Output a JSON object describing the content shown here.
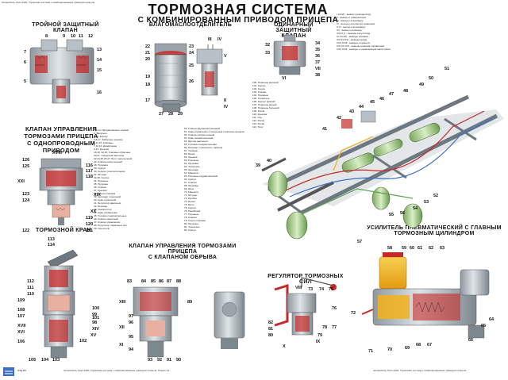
{
  "header": {
    "top_note": "Автомобиль Урал-4320. Тормозная система с комбинированным приводом прицепа",
    "title": "ТОРМОЗНАЯ СИСТЕМА",
    "subtitle": "С КОМБИНИРОВАННЫМ ПРИВОДОМ ПРИЦЕПА"
  },
  "sections": {
    "triple_valve": "ТРОЙНОЙ ЗАЩИТНЫЙ КЛАПАН",
    "moisture_sep": "ВЛАГОМАСЛООТДЕЛИТЕЛЬ",
    "single_valve": [
      "ОДИНАРНЫЙ ЗАЩИТНЫЙ",
      "КЛАПАН"
    ],
    "trailer_control": [
      "КЛАПАН УПРАВЛЕНИЯ",
      "ТОРМОЗАМИ ПРИЦЕПА",
      "С ОДНОПРОВОДНЫМ ПРИВОДОМ"
    ],
    "brake_valve": "ТОРМОЗНОЙ КРАН",
    "trailer_control_break": [
      "КЛАПАН УПРАВЛЕНИЯ ТОРМОЗАМИ ПРИЦЕПА",
      "С КЛАПАНОМ ОБРЫВА"
    ],
    "force_regulator": "РЕГУЛЯТОР ТОРМОЗНЫХ СИЛ",
    "booster": [
      "УСИЛИТЕЛЬ ПНЕВМАТИЧЕСКИЙ С ГЛАВНЫМ",
      "ТОРМОЗНЫМ ЦИЛИНДРОМ"
    ]
  },
  "labels": {
    "triple": [
      "8",
      "9",
      "10",
      "11",
      "12",
      "7",
      "6",
      "5",
      "13",
      "14",
      "15",
      "16"
    ],
    "moisture": [
      "22",
      "21",
      "20",
      "19",
      "18",
      "17",
      "23",
      "24",
      "25",
      "26",
      "27",
      "28",
      "29"
    ],
    "moisture_roman": [
      "III",
      "IV",
      "V",
      "II",
      "IV"
    ],
    "single": [
      "32",
      "33",
      "34",
      "35",
      "36",
      "37",
      "38"
    ],
    "single_roman": [
      "VII",
      "VI"
    ],
    "chassis": [
      "39",
      "40",
      "41",
      "42",
      "43",
      "44",
      "45",
      "46",
      "47",
      "48",
      "49",
      "50",
      "51",
      "52",
      "53",
      "54",
      "55",
      "56",
      "57"
    ],
    "trailer": [
      "126",
      "125",
      "116",
      "117",
      "118",
      "119",
      "120",
      "121",
      "122",
      "123",
      "124"
    ],
    "trailer_roman": [
      "XVIII",
      "XIX",
      "XX",
      "XXI"
    ],
    "brake": [
      "113",
      "114",
      "112",
      "111",
      "110",
      "109",
      "108",
      "107",
      "106",
      "105",
      "104",
      "103",
      "102",
      "101",
      "100",
      "99",
      "98"
    ],
    "brake_roman": [
      "XVII",
      "XVI",
      "XV",
      "XIV"
    ],
    "break_valve": [
      "83",
      "84",
      "85",
      "86",
      "87",
      "88",
      "89",
      "90",
      "91",
      "92",
      "93",
      "94",
      "95",
      "96",
      "97"
    ],
    "break_roman": [
      "XIII",
      "XII",
      "XI"
    ],
    "regulator": [
      "73",
      "74",
      "75",
      "76",
      "77",
      "78",
      "79",
      "80",
      "81",
      "82"
    ],
    "regulator_roman": [
      "VIII",
      "IX",
      "X"
    ],
    "booster_nums": [
      "58",
      "59",
      "60",
      "61",
      "62",
      "63",
      "64",
      "65",
      "66",
      "67",
      "68",
      "69",
      "70",
      "71",
      "72"
    ]
  },
  "legend_left": [
    "1,3,14. Направляющие пружин",
    "2. Ввертыш",
    "4,10. Корпус",
    "5,8,17. Заборные крышки",
    "6,11,15. Клапаны",
    "7,12,16. Диафрагмы",
    "9,13. Крышки",
    "18,19. 42,43. Клапаны обратные",
    "20,21. Сердечник фильтра",
    "22,24,25,26,27. Болт перепускной",
    "23. Клапан разгрузочный",
    "28. Пружина",
    "29. Корпус",
    "30. Кольцо уплотнительное",
    "31. Штуцер",
    "32,33. Корпус",
    "34. Поршень",
    "35. Пружина",
    "36. Клапан",
    "37. Крышка",
    "38. Седло клапана",
    "39. Цилиндр тормозной",
    "40. Кран тормозной",
    "41. Регулятор давления",
    "42. Ресивер",
    "43. Компрессор",
    "44. Кран управления",
    "45. Головки соединительные",
    "46. Клапан защитный",
    "47. Клапан управления",
    "48. Регулятор тормозных сил",
    "49. Усилитель"
  ],
  "legend_mid": [
    "50. Клапан двухмагистральный",
    "51. Кран управления стояночным тормозом прицепа",
    "52. Клапан ускорительный",
    "53. Кран пневматический",
    "54. Датчик давления",
    "55. Головка соединительная",
    "56. Ресивер стояночного тормоза",
    "57. Тройник",
    "58. Бачок",
    "59. Крышка",
    "60. Поршень",
    "61. Пружина",
    "62. Толкатель",
    "63. Цилиндр",
    "64. Манжета",
    "65. Поршень гидравлический",
    "66. Корпус",
    "67. Клапан",
    "68. Пружина",
    "69. Шток",
    "70. Манжета",
    "71. Штуцер",
    "72. Пробка",
    "73. Рычаг",
    "74. Шток",
    "75. Корпус",
    "76. Мембрана",
    "77. Поршень",
    "78. Клапан",
    "79. Седло клапана",
    "80. Пружина",
    "81. Толкатель",
    "82. Корпус"
  ],
  "legend_right": [
    "I,II,XVII - вывод к компрессору",
    "II - вывод от компрессора",
    "III - вывод в атмосферу",
    "IV - выход к регулятору давления",
    "V,VI - выход в атмосферу",
    "VII - вывод к ресиверу",
    "VIII,IX,X - выводы регулятора",
    "XI,XII,XIII - выводы клапана",
    "XIV,XV,XVI - выводы крана",
    "XVII,XVIII - выводы к прицепу",
    "XIX,XX,XXI - выводы клапана управления",
    "XXII,XXIII - выводы к управляющей магистрали"
  ],
  "legend_small": [
    "100. Поршень верхний",
    "101. Корпус",
    "102. Седло",
    "103. Клапан",
    "104. Пружина",
    "105. Толкатель",
    "106. Корпус нижний",
    "107. Поршень малый",
    "108. Поршень большой",
    "109. Рычаг",
    "110. Крышка",
    "111. Ось",
    "112. Ролик",
    "113. Рычаг",
    "114. Тяга"
  ],
  "footer": {
    "left_note": "Автомобиль Урал-4320. Тормозная система с комбинированным приводом прицепа. Плакат А1",
    "right_note": "Автомобиль Урал-4320. Тормозная система с комбинированным приводом прицепа",
    "logo_text": "ИЗД-ВО"
  },
  "colors": {
    "metal": "#b7c0c6",
    "metal_dark": "#6d7880",
    "air": "#c62828",
    "cutaway": "#e8b0a0",
    "fluid": "#f2b21b",
    "green_pipe": "#5ea14b",
    "blue_pipe": "#3b71c2"
  }
}
